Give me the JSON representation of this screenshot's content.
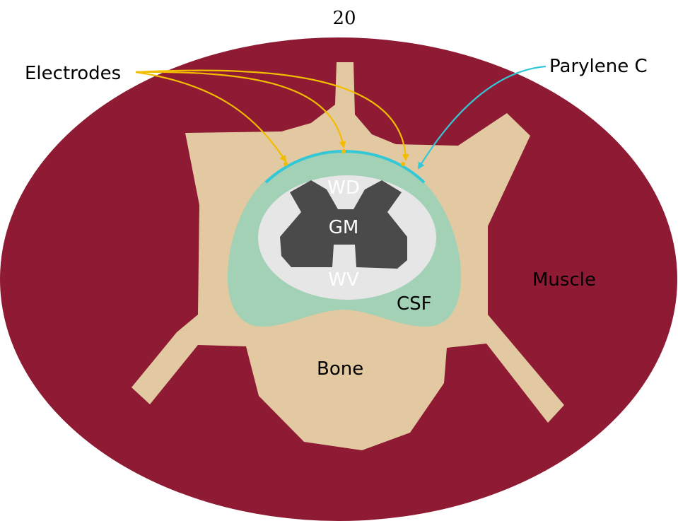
{
  "page_number": "20",
  "colors": {
    "muscle": "#8e1a33",
    "bone": "#e2c9a1",
    "csf": "#a2d1b5",
    "white_matter": "#e6e6e6",
    "gray_matter": "#4a4a4a",
    "parylene": "#34c7d6",
    "electrode": "#f2bd00"
  },
  "labels": {
    "electrodes": "Electrodes",
    "parylene": "Parylene C",
    "wd": "WD",
    "gm": "GM",
    "wv": "WV",
    "csf": "CSF",
    "muscle": "Muscle",
    "bone": "Bone"
  }
}
